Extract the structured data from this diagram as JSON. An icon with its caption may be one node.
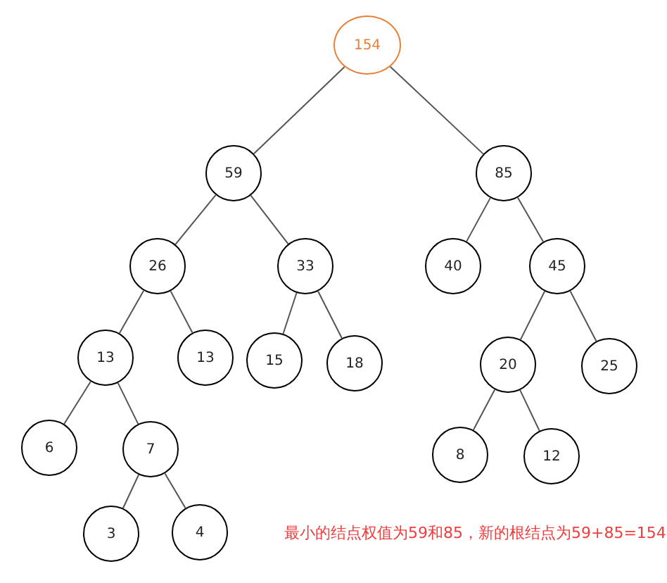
{
  "diagram": {
    "caption": "最小的结点权值为59和85，新的根结点为59+85=154",
    "nodes": [
      {
        "text": [
          "154"
        ]
      },
      {
        "text": [
          "59"
        ]
      },
      {
        "text": [
          "85"
        ]
      },
      {
        "text": [
          "26"
        ]
      },
      {
        "text": [
          "33"
        ]
      },
      {
        "text": [
          "40"
        ]
      },
      {
        "text": [
          "45"
        ]
      },
      {
        "text": [
          "13"
        ]
      },
      {
        "text": [
          "13"
        ]
      },
      {
        "text": [
          "15"
        ]
      },
      {
        "text": [
          "18"
        ]
      },
      {
        "text": [
          "20"
        ]
      },
      {
        "text": [
          "25"
        ]
      },
      {
        "text": [
          "6"
        ]
      },
      {
        "text": [
          "7"
        ]
      },
      {
        "text": [
          "8"
        ]
      },
      {
        "text": [
          "12"
        ]
      },
      {
        "text": [
          "3"
        ]
      },
      {
        "text": [
          "4"
        ]
      }
    ],
    "edges": [
      {
        "from": 0,
        "to": 1,
        "arrow": "none"
      },
      {
        "from": 0,
        "to": 2,
        "arrow": "none"
      },
      {
        "from": 1,
        "to": 3,
        "arrow": "none"
      },
      {
        "from": 1,
        "to": 4,
        "arrow": "none"
      },
      {
        "from": 2,
        "to": 5,
        "arrow": "none"
      },
      {
        "from": 2,
        "to": 6,
        "arrow": "none"
      },
      {
        "from": 3,
        "to": 7,
        "arrow": "none"
      },
      {
        "from": 3,
        "to": 8,
        "arrow": "none"
      },
      {
        "from": 4,
        "to": 9,
        "arrow": "none"
      },
      {
        "from": 4,
        "to": 10,
        "arrow": "none"
      },
      {
        "from": 6,
        "to": 11,
        "arrow": "none"
      },
      {
        "from": 6,
        "to": 12,
        "arrow": "none"
      },
      {
        "from": 7,
        "to": 13,
        "arrow": "none"
      },
      {
        "from": 7,
        "to": 14,
        "arrow": "none"
      },
      {
        "from": 11,
        "to": 15,
        "arrow": "none"
      },
      {
        "from": 11,
        "to": 16,
        "arrow": "none"
      },
      {
        "from": 14,
        "to": 17,
        "arrow": "none"
      },
      {
        "from": 14,
        "to": 18,
        "arrow": "none"
      }
    ]
  }
}
